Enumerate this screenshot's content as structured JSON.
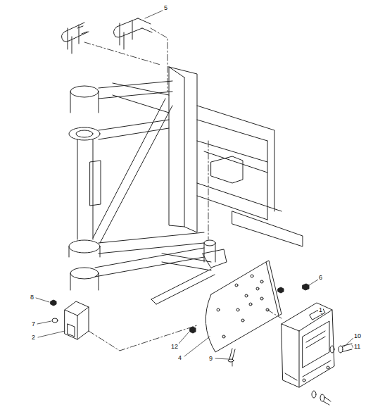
{
  "diagram": {
    "labels": [
      "5",
      "8",
      "7",
      "2",
      "6",
      "1",
      "12",
      "4",
      "9",
      "10",
      "11"
    ]
  }
}
